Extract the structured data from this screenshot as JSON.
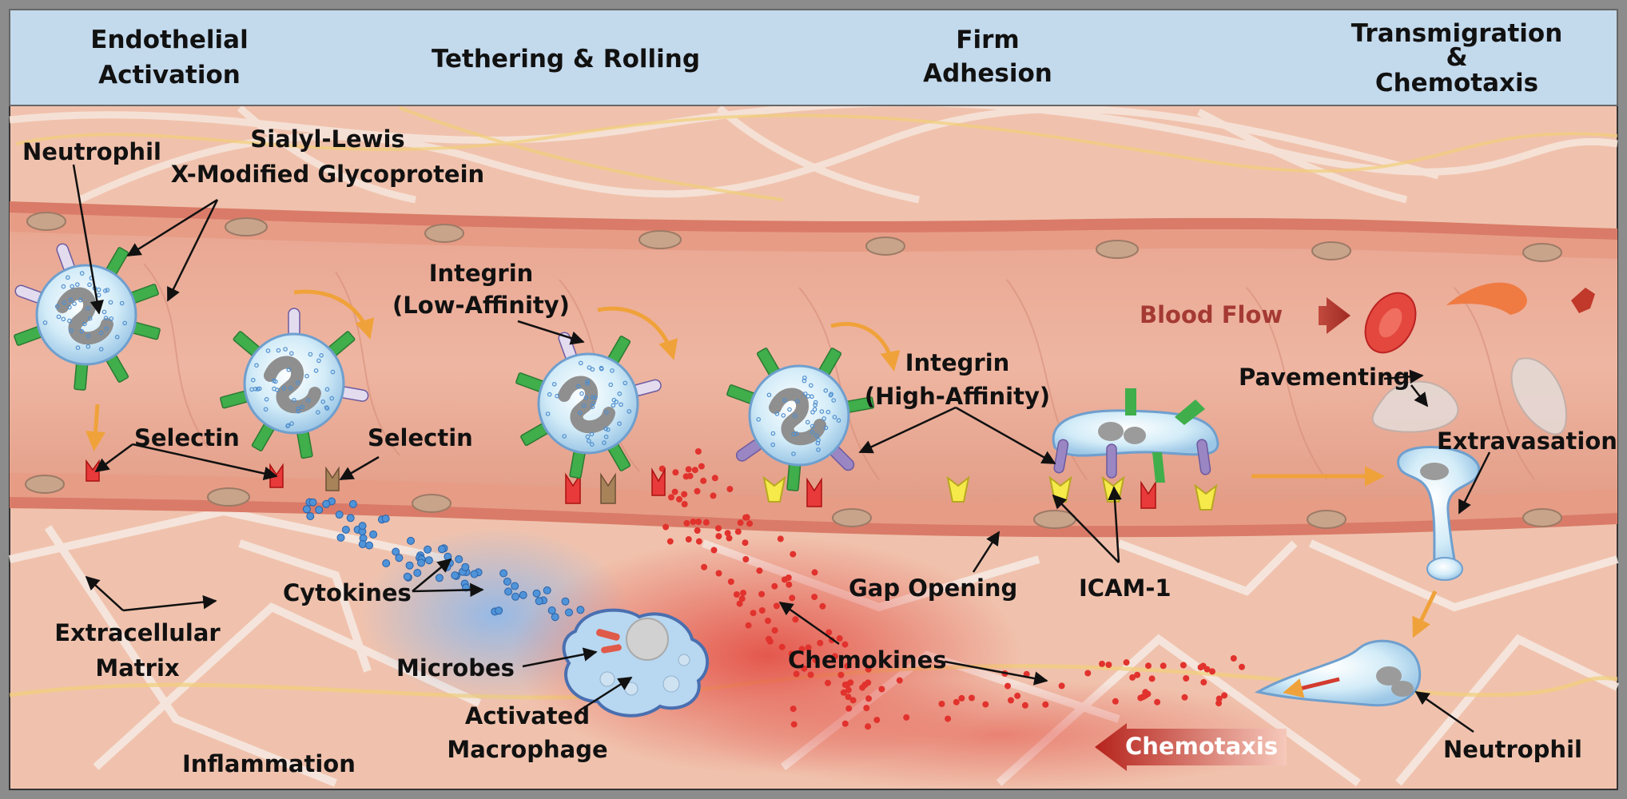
{
  "header": {
    "stages": [
      {
        "lines": [
          "Endothelial",
          "Activation"
        ]
      },
      {
        "lines": [
          "Tethering & Rolling"
        ]
      },
      {
        "lines": [
          "Firm",
          "Adhesion"
        ]
      },
      {
        "lines": [
          "Transmigration",
          "&",
          "Chemotaxis"
        ]
      }
    ]
  },
  "labels": {
    "neutrophil_top": "Neutrophil",
    "sialyl_1": "Sialyl-Lewis",
    "sialyl_2": "X-Modified Glycoprotein",
    "integrin_low_1": "Integrin",
    "integrin_low_2": "(Low-Affinity)",
    "integrin_high_1": "Integrin",
    "integrin_high_2": "(High-Affinity)",
    "selectin_1": "Selectin",
    "selectin_2": "Selectin",
    "blood_flow": "Blood Flow",
    "pavementing": "Pavementing",
    "extravasation": "Extravasation",
    "cytokines": "Cytokines",
    "ecm_1": "Extracellular",
    "ecm_2": "Matrix",
    "microbes": "Microbes",
    "macrophage_1": "Activated",
    "macrophage_2": "Macrophage",
    "gap_opening": "Gap Opening",
    "icam": "ICAM-1",
    "chemokines": "Chemokines",
    "chemotaxis": "Chemotaxis",
    "neutrophil_bottom": "Neutrophil",
    "inflammation": "Inflammation"
  },
  "colors": {
    "header_bg": "#c3d9ec",
    "tissue": "#f0c2ad",
    "vessel_lumen": "#e7a28e",
    "vessel_wall": "#d97b68",
    "cell_fill": "#cfe9f6",
    "cell_stroke": "#6f9fce",
    "nucleus": "#9b9b9b",
    "selectin": "#e83a3a",
    "selectin_brown": "#a8835a",
    "glycoprotein": "#3fae4b",
    "integrin_low": "#d8cde6",
    "integrin_high": "#9a86c2",
    "icam": "#f3e63b",
    "cytokine": "#5a9ad6",
    "chemokine": "#e0403c",
    "arrow_orange": "#f0a23a",
    "blood_flow": "#a93a30"
  }
}
